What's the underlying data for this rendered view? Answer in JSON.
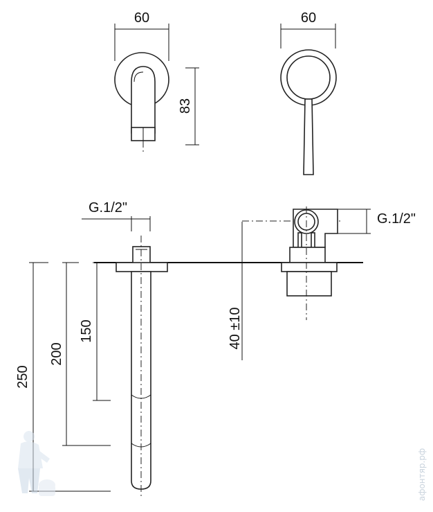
{
  "dimensions": {
    "top_left_width": "60",
    "top_right_width": "60",
    "top_height": "83",
    "thread_left": "G.1/2\"",
    "thread_right": "G.1/2\"",
    "spout_150": "150",
    "spout_200": "200",
    "spout_250": "250",
    "body_depth": "40 ±10"
  },
  "watermark": {
    "text": "афонтяр.рф"
  }
}
